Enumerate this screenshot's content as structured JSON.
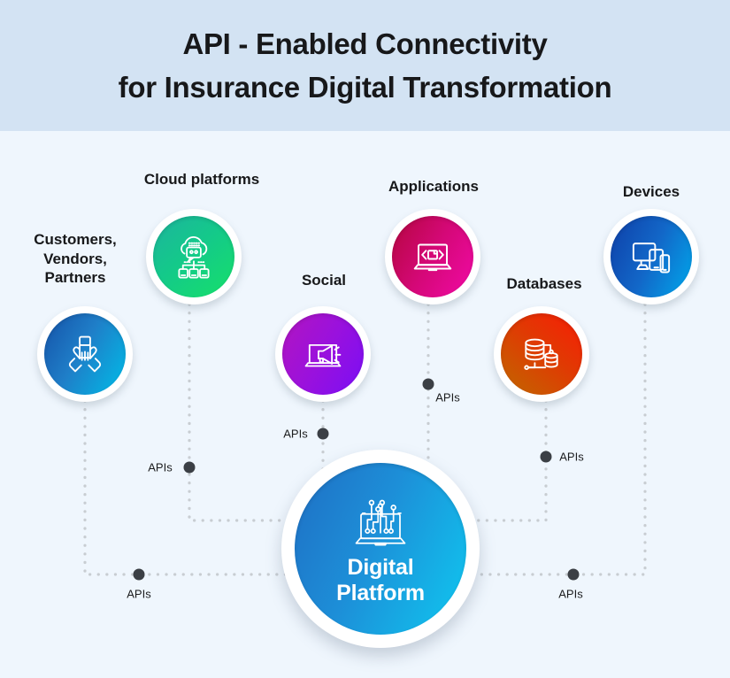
{
  "header": {
    "title_line1": "API - Enabled Connectivity",
    "title_line2": "for Insurance Digital Transformation",
    "background": "#d3e3f3"
  },
  "canvas": {
    "background": "#eff6fd",
    "wire_color": "#c8cdd2",
    "api_dot_color": "#3b3f45"
  },
  "center": {
    "label": "Digital\nPlatform",
    "icon": "laptop-circuit-icon",
    "gradient_from": "#1f6fc4",
    "gradient_to": "#0fc8f0"
  },
  "chart_data": {
    "type": "diagram",
    "title": "API - Enabled Connectivity for Insurance Digital Transformation",
    "hub": "Digital Platform",
    "connector_label": "APIs",
    "spokes": [
      "Customers, Vendors, Partners",
      "Cloud platforms",
      "Social",
      "Applications",
      "Databases",
      "Devices"
    ]
  },
  "nodes": [
    {
      "id": "customers",
      "label": "Customers,\nVendors,\nPartners",
      "icon": "joined-hands-icon",
      "gradient_from": "#1552a8",
      "gradient_to": "#00bde8"
    },
    {
      "id": "cloud-platforms",
      "label": "Cloud platforms",
      "icon": "cloud-network-icon",
      "gradient_from": "#17b89a",
      "gradient_to": "#16e06a"
    },
    {
      "id": "social",
      "label": "Social",
      "icon": "laptop-megaphone-icon",
      "gradient_from": "#b215c0",
      "gradient_to": "#7a0ef5"
    },
    {
      "id": "applications",
      "label": "Applications",
      "icon": "laptop-code-icon",
      "gradient_from": "#b5063f",
      "gradient_to": "#f10aa6"
    },
    {
      "id": "databases",
      "label": "Databases",
      "icon": "database-network-icon",
      "gradient_from": "#c06800",
      "gradient_to": "#f81d05"
    },
    {
      "id": "devices",
      "label": "Devices",
      "icon": "multi-device-icon",
      "gradient_from": "#0f3fa8",
      "gradient_to": "#00a9ec"
    }
  ],
  "api_markers": [
    {
      "id": "api-customers",
      "label": "APIs"
    },
    {
      "id": "api-cloud",
      "label": "APIs"
    },
    {
      "id": "api-social",
      "label": "APIs"
    },
    {
      "id": "api-applications",
      "label": "APIs"
    },
    {
      "id": "api-databases",
      "label": "APIs"
    },
    {
      "id": "api-devices",
      "label": "APIs"
    }
  ]
}
